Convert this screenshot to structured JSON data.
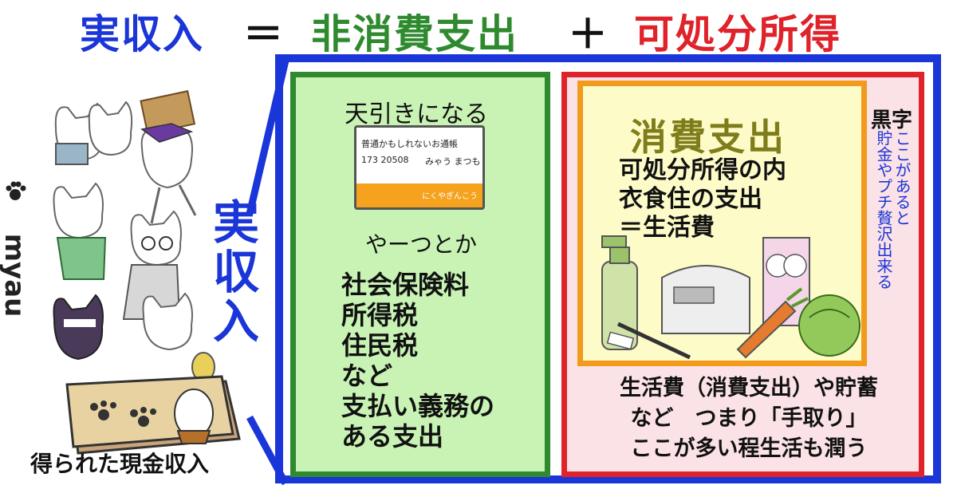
{
  "title": {
    "left": "実収入",
    "equals": "＝",
    "middle": "非消費支出",
    "plus": "＋",
    "right": "可処分所得"
  },
  "colors": {
    "blue": "#1a35d8",
    "green": "#2f8a2f",
    "red": "#e0222a",
    "orange": "#f29a1c",
    "green_fill": "#c8f3b4",
    "yellow_fill": "#fdfbc8",
    "pink_fill": "#fbe2e6"
  },
  "left_panel": {
    "vertical_label": "実収入",
    "caption": "得られた現金収入",
    "logo": "myau"
  },
  "non_consumption": {
    "header": "天引きになる",
    "card": {
      "line1": "普通かもしれないお通帳",
      "number": "173 20508",
      "name": "みゃう まつも 様",
      "bank": "にくやぎんこう"
    },
    "subheader": "やーつとか",
    "items": [
      "社会保険料",
      "所得税",
      "住民税",
      "など",
      "支払い義務の",
      "ある支出"
    ]
  },
  "consumption": {
    "title": "消費支出",
    "desc": [
      "可処分所得の内",
      "衣食住の支出",
      "＝生活費"
    ],
    "bottom": [
      "生活費（消費支出）や貯蓄",
      "など　つまり「手取り」",
      "ここが多い程生活も潤う"
    ]
  },
  "surplus": {
    "label": "黒字",
    "vertical_a": "ここがあると",
    "vertical_b": "貯金やプチ贅沢出来る"
  },
  "icons": [
    "cats-illustration",
    "passbook-card",
    "cleanser-bottle",
    "bread-maker",
    "paper-towels",
    "carrot",
    "cabbage",
    "pencil",
    "banknotes",
    "paw-icon"
  ]
}
